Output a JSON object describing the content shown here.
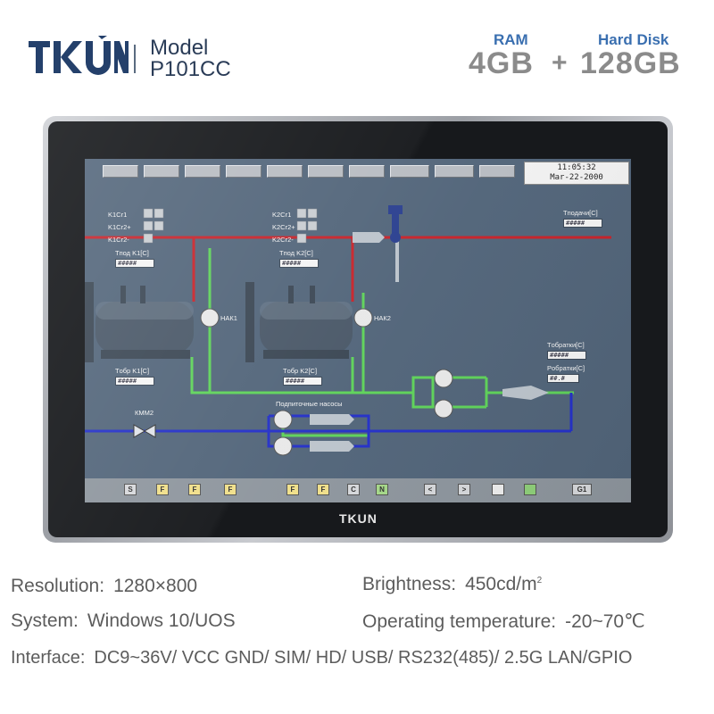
{
  "header": {
    "brand": "TKUN",
    "model_label": "Model",
    "model_code": "P101CC",
    "ram_label": "RAM",
    "ram_value": "4GB",
    "plus": "+",
    "disk_label": "Hard Disk",
    "disk_value": "128GB"
  },
  "device": {
    "bottom_logo": "TKUN"
  },
  "hmi": {
    "clock_time": "11:05:32",
    "clock_date": "Mar-22-2000",
    "labels": {
      "k1_1": "K1Cr1",
      "k1_2": "K1Cr2+",
      "k1_3": "K1Cr2-",
      "k2_1": "K2Cr1",
      "k2_2": "K2Cr2+",
      "k2_3": "K2Cr2-",
      "tpod_k1": "Tпод K1[C]",
      "tpod_k2": "Tпод K2[C]",
      "tobr_k1": "Tобр K1[C]",
      "tobr_k2": "Tобр K2[C]",
      "nak1": "НАК1",
      "nak2": "НАК2",
      "kmm2": "КММ2",
      "tpodachi": "Tподачи[C]",
      "tobratki": "Tобратки[C]",
      "robratki": "Pобратки[C]",
      "pumps": "Подпиточные насосы"
    },
    "values": {
      "hash": "#####",
      "hash_dec": "##.#"
    },
    "bottom_buttons": [
      "S",
      "F",
      "F",
      "F",
      "F",
      "F",
      "C",
      "N",
      "<",
      ">",
      "",
      "",
      "G1"
    ]
  },
  "specs": {
    "resolution_label": "Resolution:",
    "resolution_value": "1280×800",
    "brightness_label": "Brightness:",
    "brightness_value": "450cd/m",
    "brightness_sup": "2",
    "system_label": "System:",
    "system_value": "Windows 10/UOS",
    "temp_label": "Operating temperature:",
    "temp_value": "-20~70℃",
    "interface_label": "Interface:",
    "interface_value": "DC9~36V/ VCC GND/ SIM/ HD/ USB/ RS232(485)/ 2.5G LAN/GPIO"
  },
  "colors": {
    "brand_blue": "#2a3c57",
    "accent_blue": "#3a6fb0",
    "spec_gray": "#8b8b8b",
    "hmi_bg": "#52657a",
    "pipe_red": "#c8232a",
    "pipe_green": "#5fd35a",
    "pipe_blue": "#2430c8"
  }
}
